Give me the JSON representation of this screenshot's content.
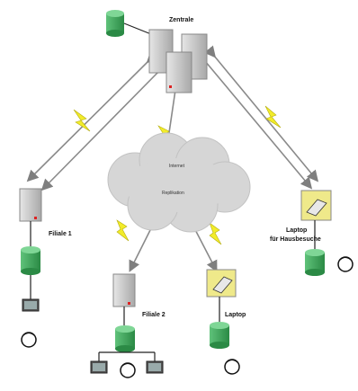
{
  "labels": {
    "zentrale": "Zentrale",
    "filiale1": "Filiale 1",
    "filiale2": "Filiale 2",
    "laptop": "Laptop",
    "laptop_hb_line1": "Laptop",
    "laptop_hb_line2": "für Hausbesuche",
    "cloud_internet": "Internet",
    "cloud_replikation": "Replikation"
  },
  "colors": {
    "db": "#3aa856",
    "db_dark": "#1f7a39",
    "server": "#c9c9c9",
    "server_dark": "#8d8d8d",
    "cloud": "#d8d8d8",
    "lightning": "#f2ec2a",
    "laptop_bg": "#efe98a",
    "link": "#7f7f7f"
  },
  "icons": [
    "database-icon",
    "server-icon",
    "cloud-icon",
    "lightning-icon",
    "laptop-icon",
    "client-computer-icon",
    "user-avatar-icon"
  ]
}
